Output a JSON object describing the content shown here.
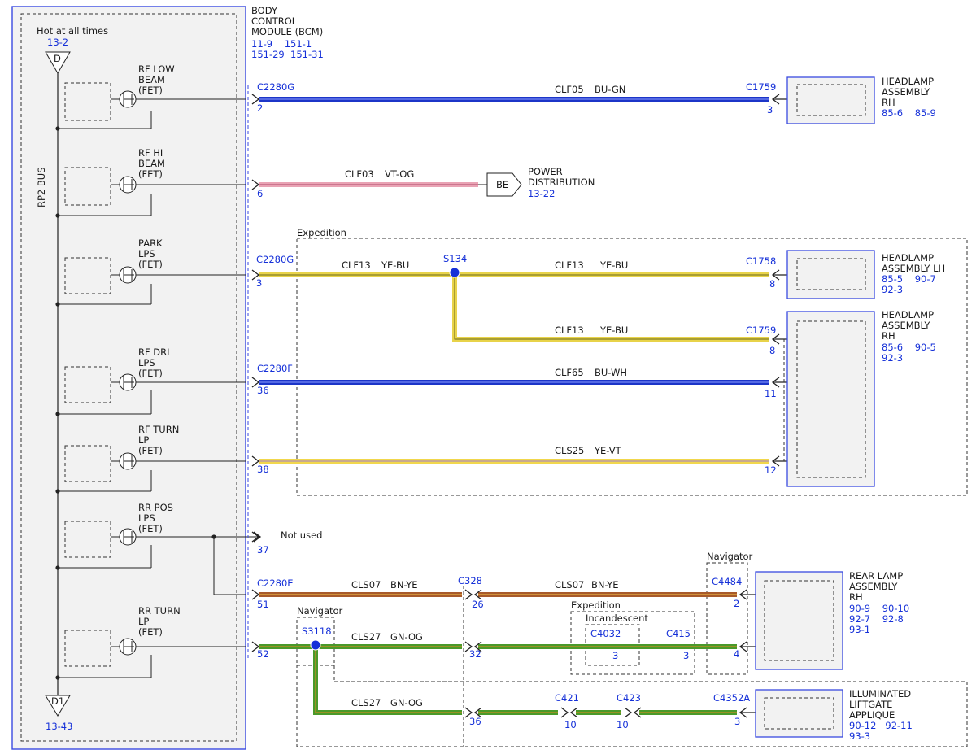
{
  "colors": {
    "wire_blue": "#1c35c8",
    "wire_pink": "#e9a3b4",
    "wire_yellow": "#e8d34a",
    "wire_brown": "#a85a2a",
    "wire_green": "#4a9a2a",
    "ref_blue": "#1530d8",
    "module_border": "#3a4ae0",
    "module_fill": "#f2f2f2"
  },
  "bcm": {
    "title_lines": [
      "BODY",
      "CONTROL",
      "MODULE (BCM)"
    ],
    "refs_line1": "11-9    151-1",
    "refs_line2": "151-29  151-31",
    "hot_label": "Hot at all times",
    "hot_ref": "13-2",
    "top_term": "D",
    "bottom_term": "D1",
    "bottom_ref": "13-43",
    "bus_label": "RP2 BUS"
  },
  "fets": [
    {
      "l1": "RF LOW",
      "l2": "BEAM",
      "l3": "(FET)"
    },
    {
      "l1": "RF HI",
      "l2": "BEAM",
      "l3": "(FET)"
    },
    {
      "l1": "PARK",
      "l2": "LPS",
      "l3": "(FET)"
    },
    {
      "l1": "RF DRL",
      "l2": "LPS",
      "l3": "(FET)"
    },
    {
      "l1": "RF TURN",
      "l2": "LP",
      "l3": "(FET)"
    },
    {
      "l1": "RR POS",
      "l2": "LPS",
      "l3": "(FET)"
    },
    {
      "l1": "RR TURN",
      "l2": "LP",
      "l3": "(FET)"
    }
  ],
  "connectors": {
    "c2280g_a": "C2280G",
    "pin_2": "2",
    "pin_6": "6",
    "c2280g_b": "C2280G",
    "pin_3": "3",
    "c2280f": "C2280F",
    "pin_36": "36",
    "pin_38": "38",
    "pin_37": "37",
    "c2280e": "C2280E",
    "pin_51": "51",
    "pin_52": "52",
    "c1759_a": "C1759",
    "pin_3b": "3",
    "c1758": "C1758",
    "pin_8a": "8",
    "c1759_b": "C1759",
    "pin_8b": "8",
    "pin_11": "11",
    "pin_12": "12",
    "s134": "S134",
    "c328": "C328",
    "pin_26": "26",
    "pin_32": "32",
    "pin_36b": "36",
    "c4484": "C4484",
    "pin_2b": "2",
    "pin_4": "4",
    "s3118": "S3118",
    "c4032": "C4032",
    "pin_3c": "3",
    "c415": "C415",
    "pin_3d": "3",
    "c421": "C421",
    "pin_10a": "10",
    "c423": "C423",
    "pin_10b": "10",
    "c4352a": "C4352A",
    "pin_3e": "3"
  },
  "wires": {
    "clf05": "CLF05",
    "clf05_color": "BU-GN",
    "clf03": "CLF03",
    "clf03_color": "VT-OG",
    "clf13a": "CLF13",
    "clf13a_color": "YE-BU",
    "clf13b": "CLF13",
    "clf13b_color": "YE-BU",
    "clf13c": "CLF13",
    "clf13c_color": "YE-BU",
    "clf65": "CLF65",
    "clf65_color": "BU-WH",
    "cls25": "CLS25",
    "cls25_color": "YE-VT",
    "cls07a": "CLS07",
    "cls07a_color": "BN-YE",
    "cls07b": "CLS07",
    "cls07b_color": "BN-YE",
    "cls27a": "CLS27",
    "cls27a_color": "GN-OG",
    "cls27b": "CLS27",
    "cls27b_color": "GN-OG"
  },
  "components": {
    "hl_rh_top": {
      "l1": "HEADLAMP",
      "l2": "ASSEMBLY",
      "l3": "RH",
      "refs": "85-6    85-9"
    },
    "power_dist": {
      "badge": "BE",
      "l1": "POWER",
      "l2": "DISTRIBUTION",
      "ref": "13-22"
    },
    "hl_lh": {
      "l1": "HEADLAMP",
      "l2": "ASSEMBLY LH",
      "refs1": "85-5    90-7",
      "refs2": "92-3"
    },
    "hl_rh": {
      "l1": "HEADLAMP",
      "l2": "ASSEMBLY",
      "l3": "RH",
      "refs1": "85-6    90-5",
      "refs2": "92-3"
    },
    "rear_lamp": {
      "l1": "REAR LAMP",
      "l2": "ASSEMBLY",
      "l3": "RH",
      "refs1": "90-9    90-10",
      "refs2": "92-7    92-8",
      "refs3": "93-1"
    },
    "liftgate": {
      "l1": "ILLUMINATED",
      "l2": "LIFTGATE",
      "l3": "APPLIQUE",
      "refs1": "90-12   92-11",
      "refs2": "93-3"
    }
  },
  "notes": {
    "not_used": "Not used",
    "expedition": "Expedition",
    "expedition2": "Expedition",
    "incandescent": "Incandescent",
    "navigator": "Navigator",
    "navigator2": "Navigator"
  }
}
